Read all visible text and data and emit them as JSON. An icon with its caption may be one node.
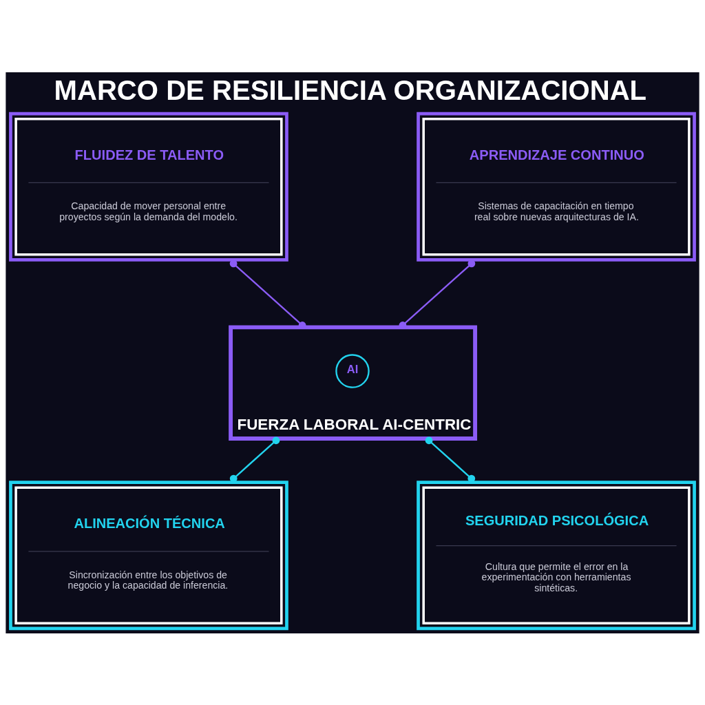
{
  "diagram": {
    "title": "MARCO DE RESILIENCIA ORGANIZACIONAL",
    "nodes": [
      {
        "text": [
          "FLUIDEZ DE TALENTO",
          "Capacidad de mover personal entre proyectos según la demanda del modelo."
        ]
      },
      {
        "text": [
          "APRENDIZAJE CONTINUO",
          "Sistemas de capacitación en tiempo real sobre nuevas arquitecturas de IA."
        ]
      },
      {
        "text": [
          "FUERZA LABORAL AI-CENTRIC"
        ]
      },
      {
        "text": [
          "AI"
        ],
        "in": 2
      },
      {
        "text": [
          "ALINEACIÓN TÉCNICA",
          "Sincronización entre los objetivos de negocio y la capacidad de inferencia."
        ]
      },
      {
        "text": [
          "SEGURIDAD PSICOLÓGICA",
          "Cultura que permite el error en la experimentación con herramientas sintéticas."
        ]
      }
    ],
    "edges": [
      {
        "from": 0,
        "to": 2,
        "arrow": "other",
        "color": "#8b5cf6"
      },
      {
        "from": 1,
        "to": 2,
        "arrow": "other",
        "color": "#8b5cf6"
      },
      {
        "from": 2,
        "to": 4,
        "arrow": "other",
        "color": "#22d3ee"
      },
      {
        "from": 2,
        "to": 5,
        "arrow": "other",
        "color": "#22d3ee"
      }
    ]
  }
}
